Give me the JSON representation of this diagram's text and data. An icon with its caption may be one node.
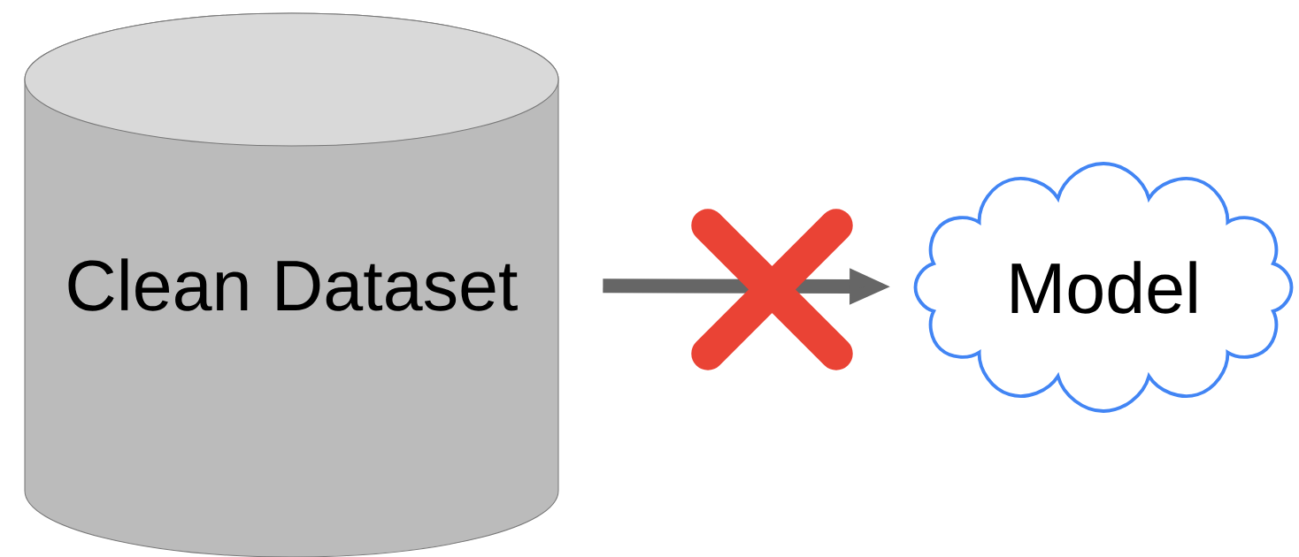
{
  "diagram": {
    "nodes": [
      {
        "text": [
          "Clean Dataset"
        ]
      },
      {
        "text": [
          "Model"
        ]
      }
    ],
    "edges": [
      {
        "from": 0,
        "to": 1,
        "arrow": "to"
      }
    ]
  }
}
